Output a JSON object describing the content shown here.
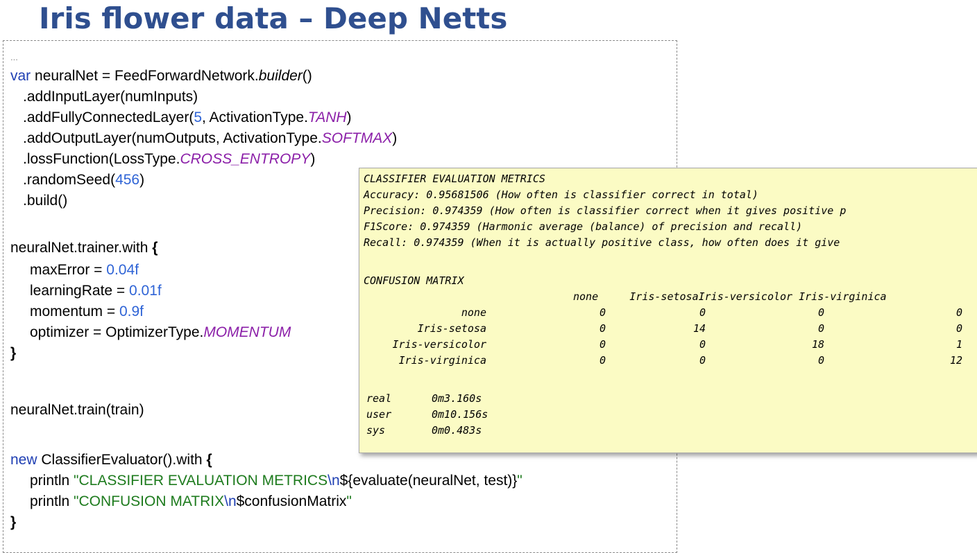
{
  "title": "Iris flower data – Deep Netts",
  "code": {
    "ellipsis": "...",
    "l1": {
      "kw": "var",
      "a": " neuralNet = FeedForwardNetwork.",
      "builder": "builder",
      "b": "()"
    },
    "l2": ".addInputLayer(numInputs)",
    "l3": {
      "a": ".addFullyConnectedLayer(",
      "num": "5",
      "b": ", ActivationType.",
      "const": "TANH",
      "c": ")"
    },
    "l4": {
      "a": ".addOutputLayer(numOutputs, ActivationType.",
      "const": "SOFTMAX",
      "b": ")"
    },
    "l5": {
      "a": ".lossFunction(LossType.",
      "const": "CROSS_ENTROPY",
      "b": ")"
    },
    "l6": {
      "a": ".randomSeed(",
      "num": "456",
      "b": ")"
    },
    "l7": ".build()",
    "l8": {
      "a": "neuralNet.trainer.with ",
      "brace": "{"
    },
    "l9": {
      "a": "maxError = ",
      "num": "0.04f"
    },
    "l10": {
      "a": "learningRate = ",
      "num": "0.01f"
    },
    "l11": {
      "a": "momentum = ",
      "num": "0.9f"
    },
    "l12": {
      "a": "optimizer = OptimizerType.",
      "const": "MOMENTUM"
    },
    "l13": "}",
    "l14": "neuralNet.train(train)",
    "l15": {
      "kw": "new",
      "a": " ClassifierEvaluator().with ",
      "brace": "{"
    },
    "l16": {
      "a": "println ",
      "s1": "\"CLASSIFIER EVALUATION METRICS",
      "esc": "\\n",
      "b": "${evaluate(neuralNet, test)}",
      "s2": "\""
    },
    "l17": {
      "a": "println ",
      "s1": "\"CONFUSION MATRIX",
      "esc": "\\n",
      "b": "$confusionMatrix",
      "s2": "\""
    },
    "l18": "}"
  },
  "output": {
    "metrics_title": "CLASSIFIER EVALUATION METRICS",
    "accuracy": "Accuracy: 0.95681506 (How often is classifier correct in total)",
    "precision": "Precision: 0.974359 (How often is classifier correct when it gives positive p",
    "f1": "F1Score: 0.974359 (Harmonic average (balance) of precision and recall)",
    "recall": "Recall: 0.974359 (When it is actually positive class, how often does it give",
    "confusion_title": "CONFUSION MATRIX",
    "header": "none     Iris-setosaIris-versicolor Iris-virginica",
    "rows": [
      {
        "label": "none",
        "values": [
          "0",
          "0",
          "0",
          "0"
        ]
      },
      {
        "label": "Iris-setosa",
        "values": [
          "0",
          "14",
          "0",
          "0"
        ]
      },
      {
        "label": "Iris-versicolor",
        "values": [
          "0",
          "0",
          "18",
          "1"
        ]
      },
      {
        "label": "Iris-virginica",
        "values": [
          "0",
          "0",
          "0",
          "12"
        ]
      }
    ],
    "timing": [
      {
        "label": "real",
        "value": "0m3.160s"
      },
      {
        "label": "user",
        "value": "0m10.156s"
      },
      {
        "label": "sys",
        "value": "0m0.483s"
      }
    ]
  }
}
